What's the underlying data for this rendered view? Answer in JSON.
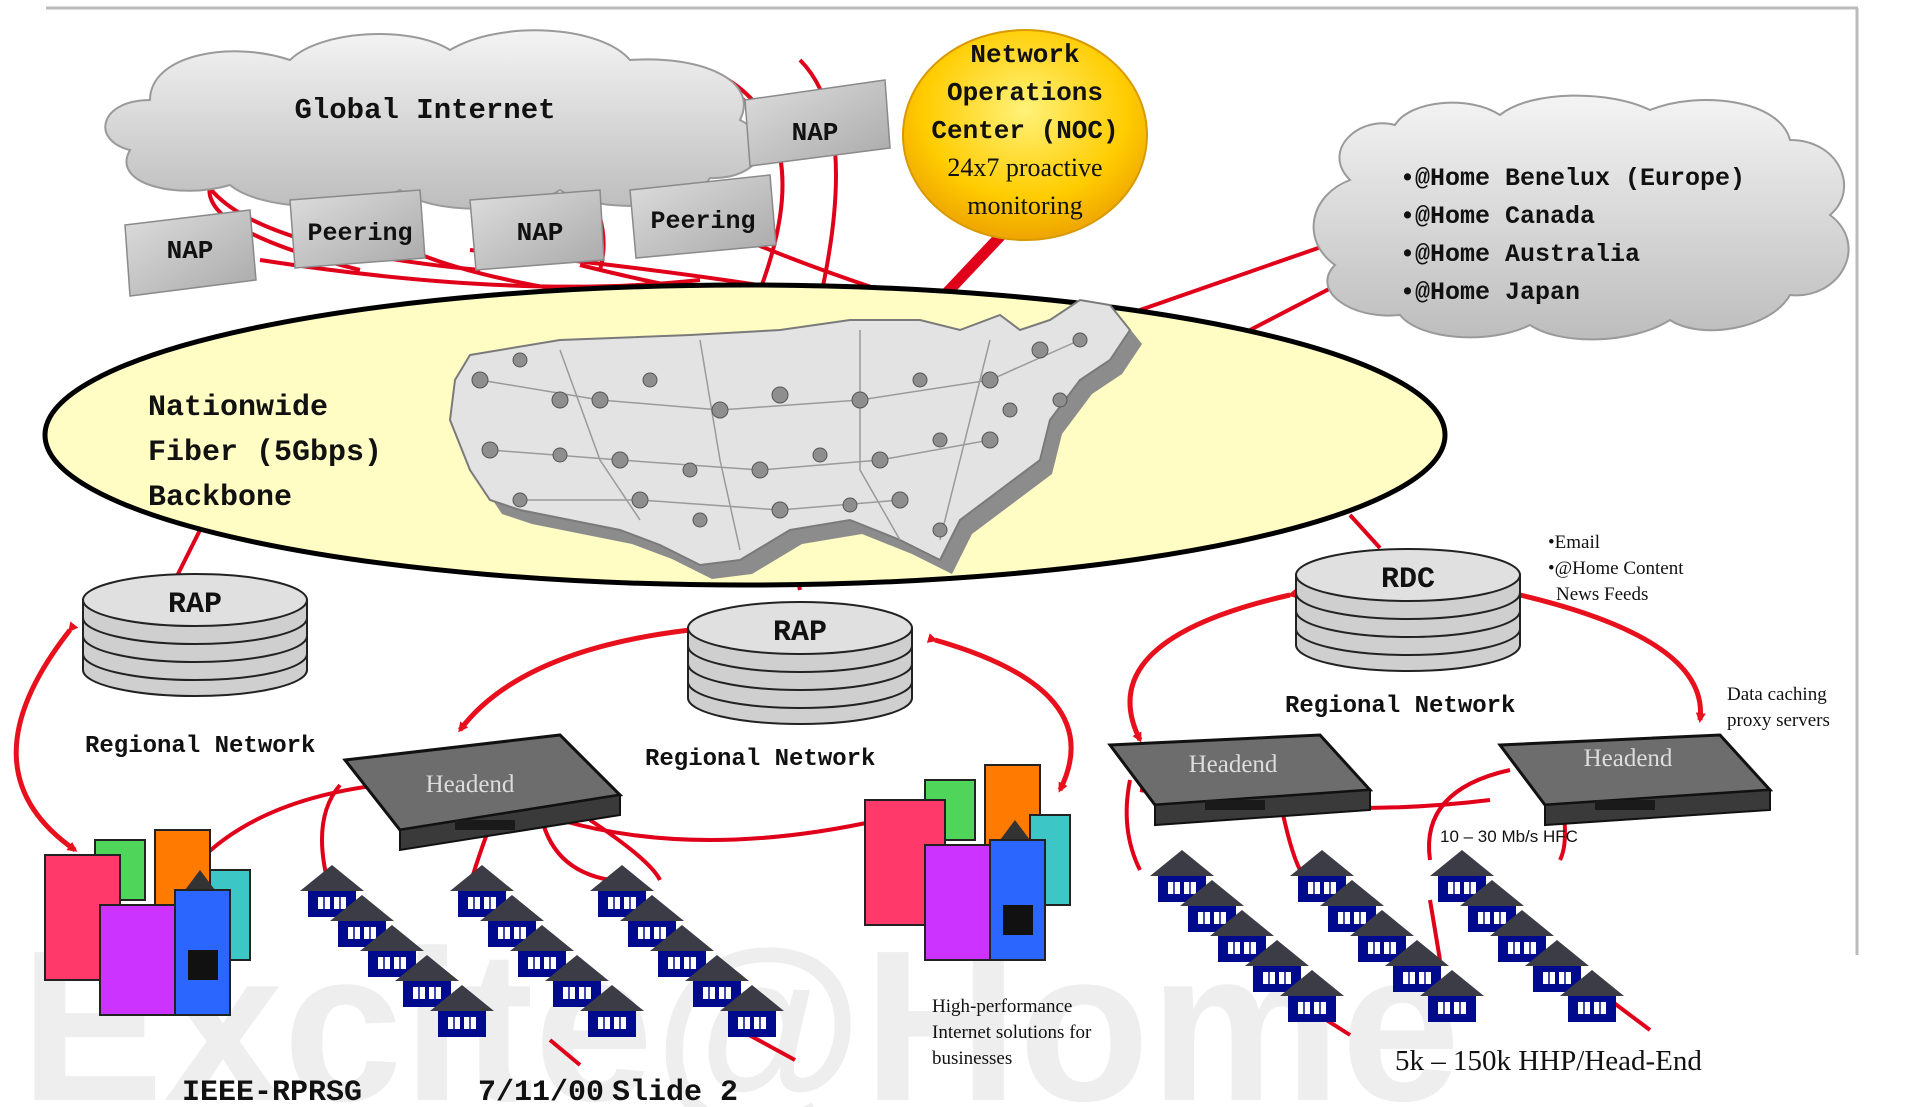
{
  "clouds": {
    "global_internet": {
      "label": "Global Internet"
    },
    "home_international": {
      "items": [
        "•@Home Benelux (Europe)",
        "•@Home Canada",
        "•@Home Australia",
        "•@Home Japan"
      ]
    }
  },
  "exchange_points": [
    "NAP",
    "Peering",
    "NAP",
    "Peering",
    "NAP"
  ],
  "noc": {
    "lines": [
      "Network",
      "Operations",
      "Center (NOC)"
    ],
    "sub_lines": [
      "24x7 proactive",
      "monitoring"
    ]
  },
  "backbone": {
    "lines": [
      "Nationwide",
      "Fiber (5Gbps)",
      "Backbone"
    ]
  },
  "regional_nodes": {
    "rap_left": "RAP",
    "rap_center": "RAP",
    "rdc": "RDC"
  },
  "rdc_services": [
    "•Email",
    "•@Home Content",
    "News Feeds"
  ],
  "regional_network_labels": [
    "Regional Network",
    "Regional Network",
    "Regional Network"
  ],
  "headends": [
    "Headend",
    "Headend",
    "Headend"
  ],
  "data_caching_label": [
    "Data caching",
    "proxy servers"
  ],
  "hfc_label": "10 – 30 Mb/s HFC",
  "business_label": [
    "High-performance",
    "Internet solutions for",
    "businesses"
  ],
  "hhp_label": "5k – 150k HHP/Head-End",
  "footer": {
    "org": "IEEE-RPRSG",
    "date": "7/11/00",
    "slide": "Slide 2"
  },
  "watermark": "Excite@Home",
  "colors": {
    "link_red": "#e0001a",
    "arrow_red": "#e8101c",
    "noc_fill": "#ffcc00",
    "backbone_fill": "#fffcc4",
    "cloud_fill": "#d9d9d9",
    "house_roof": "#3c3c46",
    "house_body": "#000a8c",
    "watermark": "#f0f0f0"
  }
}
